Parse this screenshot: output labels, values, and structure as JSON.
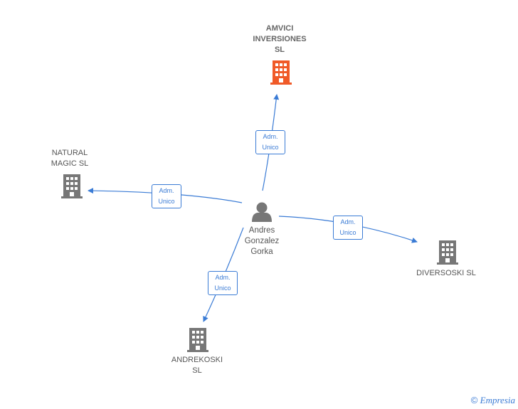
{
  "person": {
    "name": "Andres\nGonzalez\nGorka",
    "icon": "person-icon"
  },
  "companies": [
    {
      "id": "amvici",
      "name": "AMVICI\nINVERSIONES\nSL",
      "highlight": true,
      "icon": "building-icon",
      "color": "#f05a28"
    },
    {
      "id": "natural",
      "name": "NATURAL\nMAGIC  SL",
      "highlight": false,
      "icon": "building-icon",
      "color": "#777777"
    },
    {
      "id": "diversoski",
      "name": "DIVERSOSKI  SL",
      "highlight": false,
      "icon": "building-icon",
      "color": "#777777"
    },
    {
      "id": "andrekoski",
      "name": "ANDREKOSKI\nSL",
      "highlight": false,
      "icon": "building-icon",
      "color": "#777777"
    }
  ],
  "relations": [
    {
      "to": "amvici",
      "label": "Adm.\nUnico"
    },
    {
      "to": "natural",
      "label": "Adm.\nUnico"
    },
    {
      "to": "diversoski",
      "label": "Adm.\nUnico"
    },
    {
      "to": "andrekoski",
      "label": "Adm.\nUnico"
    }
  ],
  "footer": {
    "copyright": "©",
    "brand": "Empresia"
  },
  "colors": {
    "edge": "#3a7bd5",
    "person": "#777777"
  }
}
